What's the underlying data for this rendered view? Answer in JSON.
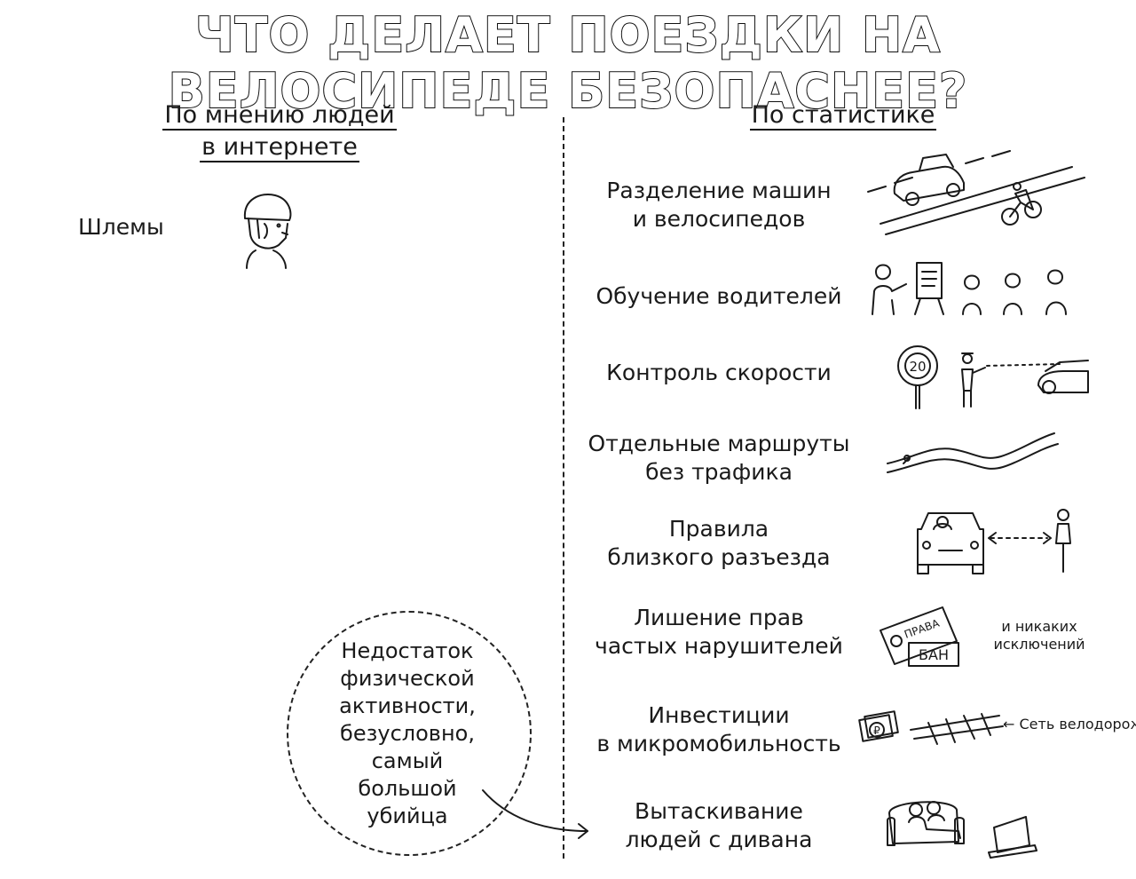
{
  "title": "ЧТО ДЕЛАЕТ ПОЕЗДКИ НА ВЕЛОСИПЕДЕ БЕЗОПАСНЕЕ?",
  "left_column": {
    "heading_line1": "По мнению людей",
    "heading_line2": "в интернете",
    "items": [
      {
        "label": "Шлемы",
        "icon": "helmet-person-icon"
      }
    ],
    "callout": {
      "lines": [
        "Недостаток",
        "физической",
        "активности,",
        "безусловно,",
        "самый",
        "большой",
        "убийца"
      ]
    }
  },
  "right_column": {
    "heading": "По статистике",
    "items": [
      {
        "lines": [
          "Разделение машин",
          "и велосипедов"
        ],
        "icon": "separated-road-icon"
      },
      {
        "lines": [
          "Обучение водителей"
        ],
        "icon": "driver-training-icon"
      },
      {
        "lines": [
          "Контроль скорости"
        ],
        "icon": "speed-control-icon",
        "sign_text": "20"
      },
      {
        "lines": [
          "Отдельные маршруты",
          "без трафика"
        ],
        "icon": "traffic-free-route-icon"
      },
      {
        "lines": [
          "Правила",
          "близкого разъезда"
        ],
        "icon": "close-pass-icon"
      },
      {
        "lines": [
          "Лишение прав",
          "частых нарушителей"
        ],
        "icon": "license-ban-icon",
        "card_text": "ПРАВА",
        "ban_text": "БАН",
        "note_lines": [
          "и никаких",
          "исключений"
        ]
      },
      {
        "lines": [
          "Инвестиции",
          "в микромобильность"
        ],
        "icon": "micromobility-investment-icon",
        "money_symbol": "₽",
        "note": "Сеть велодорожек"
      },
      {
        "lines": [
          "Вытаскивание",
          "людей с дивана"
        ],
        "icon": "couch-tv-icon"
      }
    ]
  }
}
